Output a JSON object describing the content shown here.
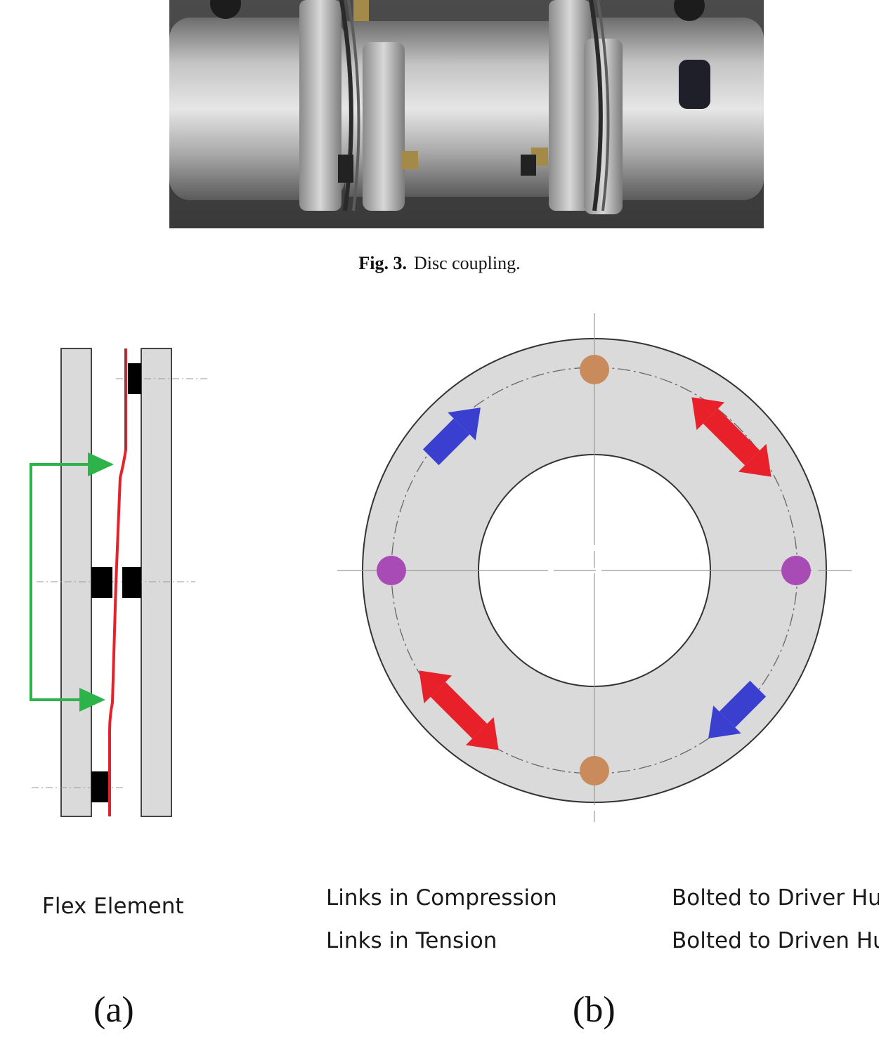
{
  "figure": {
    "label": "Fig. 3.",
    "caption": "Disc coupling."
  },
  "panel_a": {
    "legend": "Flex Element",
    "label": "(a)"
  },
  "panel_b": {
    "label": "(b)",
    "legend": [
      {
        "text": "Links in Compression",
        "color": "#e8202a",
        "icon": "triangle-icon"
      },
      {
        "text": "Links in Tension",
        "color": "#3a3fd0",
        "icon": "triangle-icon"
      },
      {
        "text": "Bolted to Driver Hu",
        "color": "#c98a5c",
        "icon": "circle-icon"
      },
      {
        "text": "Bolted to Driven Hu",
        "color": "#a94bb4",
        "icon": "circle-icon"
      }
    ]
  },
  "colors": {
    "flex_element": "#e8202a",
    "green_arrow": "#2db34a",
    "disc_fill": "#dadada",
    "compression": "#e8202a",
    "tension": "#3a3fd0",
    "driver_bolt": "#c98a5c",
    "driven_bolt": "#a94bb4"
  }
}
